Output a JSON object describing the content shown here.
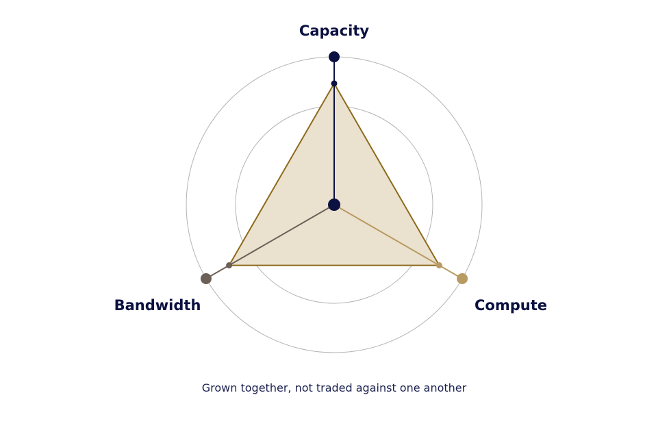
{
  "diagram": {
    "caption": "Grown together, not traded against one another",
    "axes": [
      {
        "label": "Capacity",
        "color": "#0b1140",
        "value": 0.82
      },
      {
        "label": "Compute",
        "color": "#b89b62",
        "value": 0.82
      },
      {
        "label": "Bandwidth",
        "color": "#6b6057",
        "value": 0.82
      }
    ],
    "rings": 3,
    "colors": {
      "fill": "#ebe1cf",
      "stroke": "#8d6a1a",
      "ring": "#b3b3b3",
      "center": "#0b1140"
    }
  }
}
